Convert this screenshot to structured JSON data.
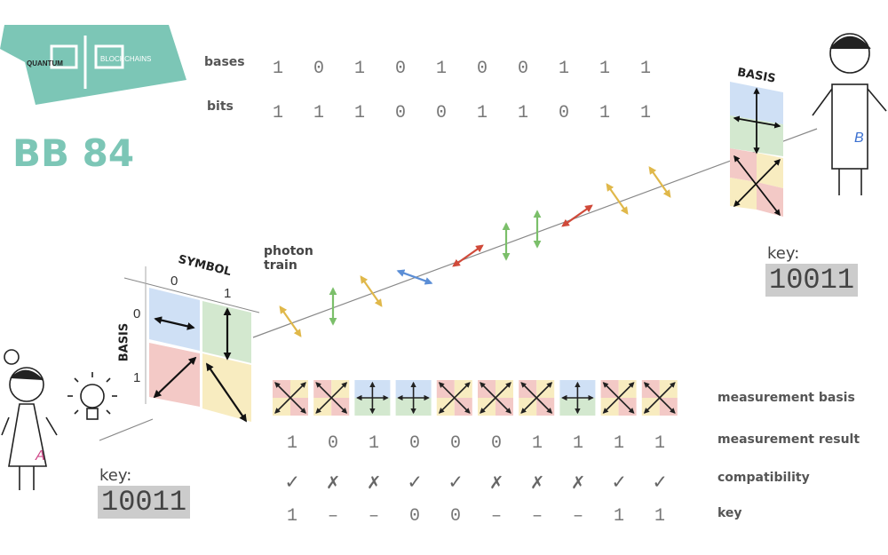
{
  "logo": {
    "left": "QUANTUM",
    "right": "BLOCKCHAINS"
  },
  "title": "BB 84",
  "alice": {
    "bases_label": "bases",
    "bits_label": "bits",
    "bases": [
      "1",
      "0",
      "1",
      "0",
      "1",
      "0",
      "0",
      "1",
      "1",
      "1"
    ],
    "bits": [
      "1",
      "1",
      "1",
      "0",
      "0",
      "1",
      "1",
      "0",
      "1",
      "1"
    ],
    "key_label": "key:",
    "key": "10011",
    "initial": "A"
  },
  "bob": {
    "basis_label": "BASIS",
    "key_label": "key:",
    "key": "10011",
    "initial": "B"
  },
  "encoding": {
    "symbol_label": "SYMBOL",
    "basis_label": "BASIS",
    "symbol_0": "0",
    "symbol_1": "1",
    "basis_0": "0",
    "basis_1": "1"
  },
  "photon_label": "photon train",
  "photons": [
    {
      "pol": "diag-back",
      "color": "#e0b84a"
    },
    {
      "pol": "vertical",
      "color": "#7bbf6a"
    },
    {
      "pol": "diag-back",
      "color": "#e0b84a"
    },
    {
      "pol": "horizontal",
      "color": "#5b8ed6"
    },
    {
      "pol": "diag-fwd",
      "color": "#d04a3a"
    },
    {
      "pol": "vertical",
      "color": "#7bbf6a"
    },
    {
      "pol": "vertical",
      "color": "#7bbf6a"
    },
    {
      "pol": "diag-fwd",
      "color": "#d04a3a"
    },
    {
      "pol": "diag-back",
      "color": "#e0b84a"
    },
    {
      "pol": "diag-back",
      "color": "#e0b84a"
    }
  ],
  "measurement": {
    "basis_label": "measurement basis",
    "result_label": "measurement result",
    "compat_label": "compatibility",
    "key_label": "key",
    "basis": [
      "x",
      "x",
      "+",
      "+",
      "x",
      "x",
      "x",
      "+",
      "x",
      "x"
    ],
    "result": [
      "1",
      "0",
      "1",
      "0",
      "0",
      "0",
      "1",
      "1",
      "1",
      "1"
    ],
    "compat": [
      "✓",
      "✗",
      "✗",
      "✓",
      "✓",
      "✗",
      "✗",
      "✗",
      "✓",
      "✓"
    ],
    "key": [
      "1",
      "–",
      "–",
      "0",
      "0",
      "–",
      "–",
      "–",
      "1",
      "1"
    ]
  },
  "colors": {
    "teal": "#7cc6b6",
    "blue": "#cfe0f5",
    "green": "#d3e8cf",
    "red": "#f3c9c6",
    "yellow": "#f8ecc0"
  }
}
